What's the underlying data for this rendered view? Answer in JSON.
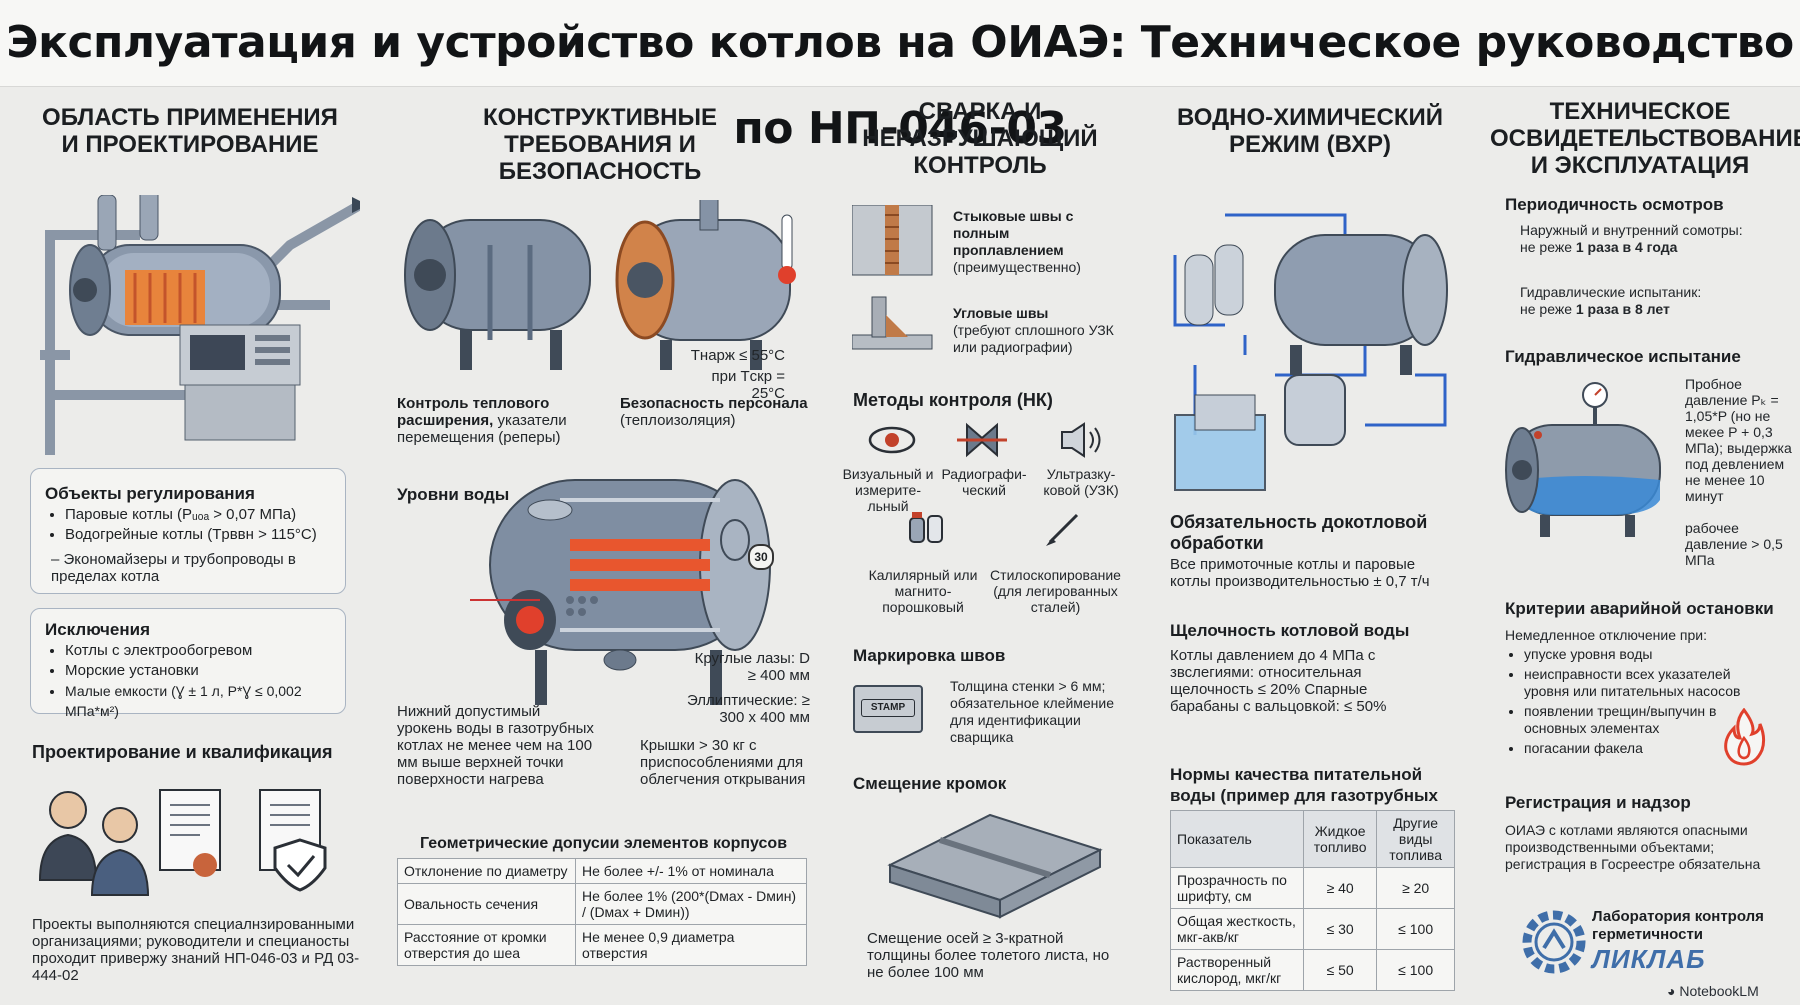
{
  "title": "Эксплуатация и устройство котлов на ОИАЭ: Техническое руководство по НП-046-03",
  "col1": {
    "heading": "ОБЛАСТЬ ПРИМЕНЕНИЯ И ПРОЕКТИРОВАНИЕ",
    "regulated": {
      "title": "Объекты регулирования",
      "items": [
        "Паровые котлы (Pᵤₒₐ > 0,07 МПа)",
        "Водогрейные котлы (Tрввн > 115°C)"
      ],
      "sub_item": "– Экономайзеры и трубопроводы в пределах котла"
    },
    "exclusions": {
      "title": "Исключения",
      "items": [
        "Котлы с электрообогревом",
        "Морские установки",
        "Малые емкости (Ɣ ± 1 л, P*Ɣ ≤ 0,002 МПа*м²)"
      ]
    },
    "design": {
      "title": "Проектирование и квалификация",
      "text": "Проекты выполняются специалнзированными организациями; руководители и специаносты проходит привержу знаний НП-046-03 и РД 03-444-02"
    }
  },
  "col2": {
    "heading": "КОНСТРУКТИВНЫЕ ТРЕБОВАНИЯ И БЕЗОПАСНОСТЬ",
    "expansion": {
      "bold": "Контроль теплового расширения,",
      "text": " указатели перемещения (реперы)"
    },
    "temp_note": {
      "line1": "Tнарж ≤ 55°C",
      "line2": "при Tскр = 25°C"
    },
    "personnel": {
      "bold": "Безопасность персонала",
      "text": "(теплоизоляция)"
    },
    "water_levels": {
      "title": "Уровни воды",
      "lower_level": "Нижний допустимый урокень воды в газотрубных котлах не менее чем на 100 мм выше верхней точки поверхности нагрева",
      "round_manholes": "Круглые лазы: D ≥ 400 мм",
      "elliptic": "Эллиптические: ≥ 300 x 400 мм",
      "covers": "Крышки > 30 кг с приспособлениями для облегчения открывания",
      "badge": "30"
    },
    "tolerances": {
      "title": "Геометрические допусии элементов корпусов",
      "rows": [
        [
          "Отклонение по диаметру",
          "Не более +/- 1% от номинала"
        ],
        [
          "Овальность сечения",
          "Не более 1% (200*(Dмах - Dмин) / (Dмах + Dмин))"
        ],
        [
          "Расстояние от кромки отверстия до шеа",
          "Не менее 0,9 диаметра отверстия"
        ]
      ]
    }
  },
  "col3": {
    "heading": "СВАРКА И НЕРАЗРУШАЮЩИЙ КОНТРОЛЬ",
    "butt": {
      "bold": "Стыковые швы с полным проплавлением",
      "text": "(преимущественно)"
    },
    "fillet": {
      "bold": "Угловые швы",
      "text": "(требуют сплошного УЗК или радиографии)"
    },
    "methods_title": "Методы контроля (НК)",
    "methods": [
      "Визуальный и измерите-льный",
      "Радиографи-ческий",
      "Ультразку-ковой (УЗК)",
      "Калилярный или магнито-порошковый",
      "Стилоскопирование (для легированных сталей)"
    ],
    "marking": {
      "title": "Маркировка швов",
      "text": "Толщина стенки > 6 мм; обязательное клеймение для идентификации сварщика",
      "stamp": "STAMP"
    },
    "offset": {
      "title": "Смещение кромок",
      "text": "Смещение осей ≥ 3-кратной толщины более толетого листа, но не более 100 мм"
    }
  },
  "col4": {
    "heading": "ВОДНО-ХИМИЧЕСКИЙ РЕЖИМ (ВХР)",
    "pretreatment": {
      "title": "Обязательность докотловой обработки",
      "text": "Все примоточные котлы и паровые котлы производительностью ± 0,7 т/ч"
    },
    "alkalinity": {
      "title": "Щелочность котловой воды",
      "text": "Котлы давлением до 4 МПа с звслегиями: относительная щелочность ≤ 20% Спарные барабаны с вальцовкой: ≤ 50%"
    },
    "feed_water": {
      "title": "Нормы качества питательной воды (пример для газотрубных котлов)",
      "headers": [
        "Показатель",
        "Жидкое топливо",
        "Другие виды топлива"
      ],
      "rows": [
        [
          "Прозрачность по шрифту, см",
          "≥ 40",
          "≥ 20"
        ],
        [
          "Общая жесткость, мкг-акв/кг",
          "≤ 30",
          "≤ 100"
        ],
        [
          "Растворенный кислород, мкг/кг",
          "≤ 50",
          "≤ 100"
        ]
      ]
    }
  },
  "col5": {
    "heading": "ТЕХНИЧЕСКОЕ ОСВИДЕТЕЛЬСТВОВАНИЕ И ЭКСПЛУАТАЦИЯ",
    "periodicity": {
      "title": "Периодичность осмотров",
      "ext": "Наружный и внутренний сомотры:",
      "ext_val_pre": "не реже ",
      "ext_val": "1 раза в 4 года",
      "hyd": "Гидравлические испытаник:",
      "hyd_val_pre": "не реже ",
      "hyd_val": "1 раза в 8 лет"
    },
    "hydro": {
      "title": "Гидравлическое испытание",
      "probe": "Пробное давление Pₖ = 1,05*P (но не мекее P + 0,3 МПа); выдержка под девлением не менее 10 минут",
      "work": "рабочее давление > 0,5 МПа"
    },
    "emergency": {
      "title": "Критерии аварийной остановки",
      "intro": "Немедленное отключение при:",
      "items": [
        "упуске уровня воды",
        "неисправности всех указателей уровня или питательных насосов",
        "появлении трещин/выпучин в основных элементах",
        "погасании факела"
      ]
    },
    "registration": {
      "title": "Регистрация и надзор",
      "text": "ОИАЭ с котлами являются опасными производственными объектами; регистрация в Госреестре обязательна"
    },
    "lab": {
      "line1": "Лаборатория контроля",
      "line2": "герметичности",
      "brand": "ЛИКЛАБ"
    },
    "footer_brand": "NotebookLM"
  },
  "colors": {
    "accent_blue": "#3f6ea9",
    "heat_red": "#e0402c",
    "steel": "#6f7e91",
    "dark": "#1b1e21"
  }
}
